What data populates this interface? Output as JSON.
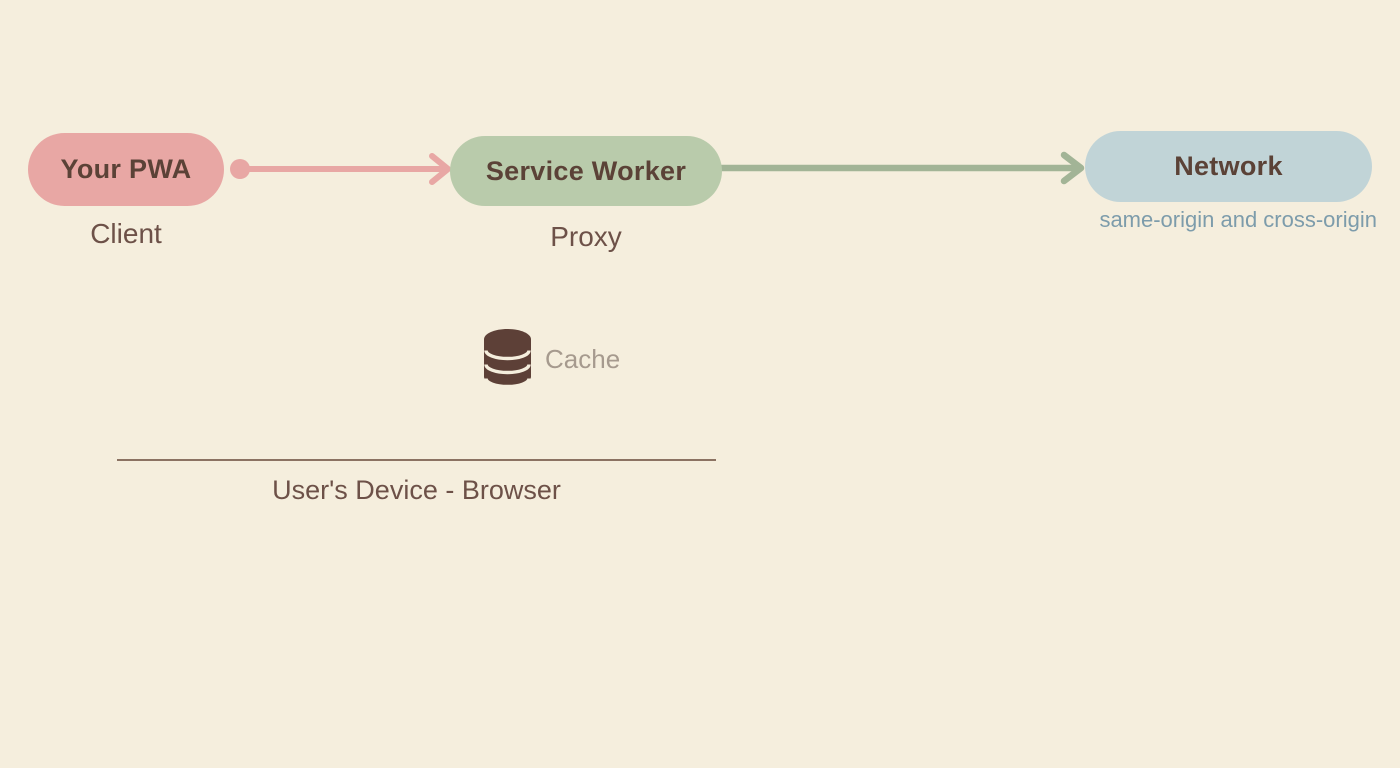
{
  "canvas": {
    "background": "#f5eedd"
  },
  "nodes": {
    "pwa": {
      "label": "Your PWA",
      "sublabel": "Client",
      "fill": "#e8a7a4"
    },
    "service_worker": {
      "label": "Service Worker",
      "sublabel": "Proxy",
      "fill": "#b9cbab"
    },
    "network": {
      "label": "Network",
      "sublabel": "same-origin and cross-origin",
      "fill": "#c1d4d7"
    }
  },
  "edges": [
    {
      "from": "pwa",
      "to": "service_worker",
      "color": "#e8a7a4",
      "style": "dot-to-arrow"
    },
    {
      "from": "service_worker",
      "to": "network",
      "color": "#a2b496",
      "style": "arrow"
    }
  ],
  "cache": {
    "label": "Cache",
    "icon": "database-icon",
    "icon_color": "#5d4037",
    "label_color": "#a69a8e"
  },
  "device_boundary": {
    "label": "User's Device - Browser",
    "line_color": "#8b7262"
  },
  "colors": {
    "background": "#f5eedd",
    "node_title_text": "#5b4237",
    "sublabel_text": "#6d5148",
    "network_sublabel_text": "#7d9cab",
    "pink_arrow": "#e8a7a4",
    "green_arrow": "#a2b496"
  }
}
